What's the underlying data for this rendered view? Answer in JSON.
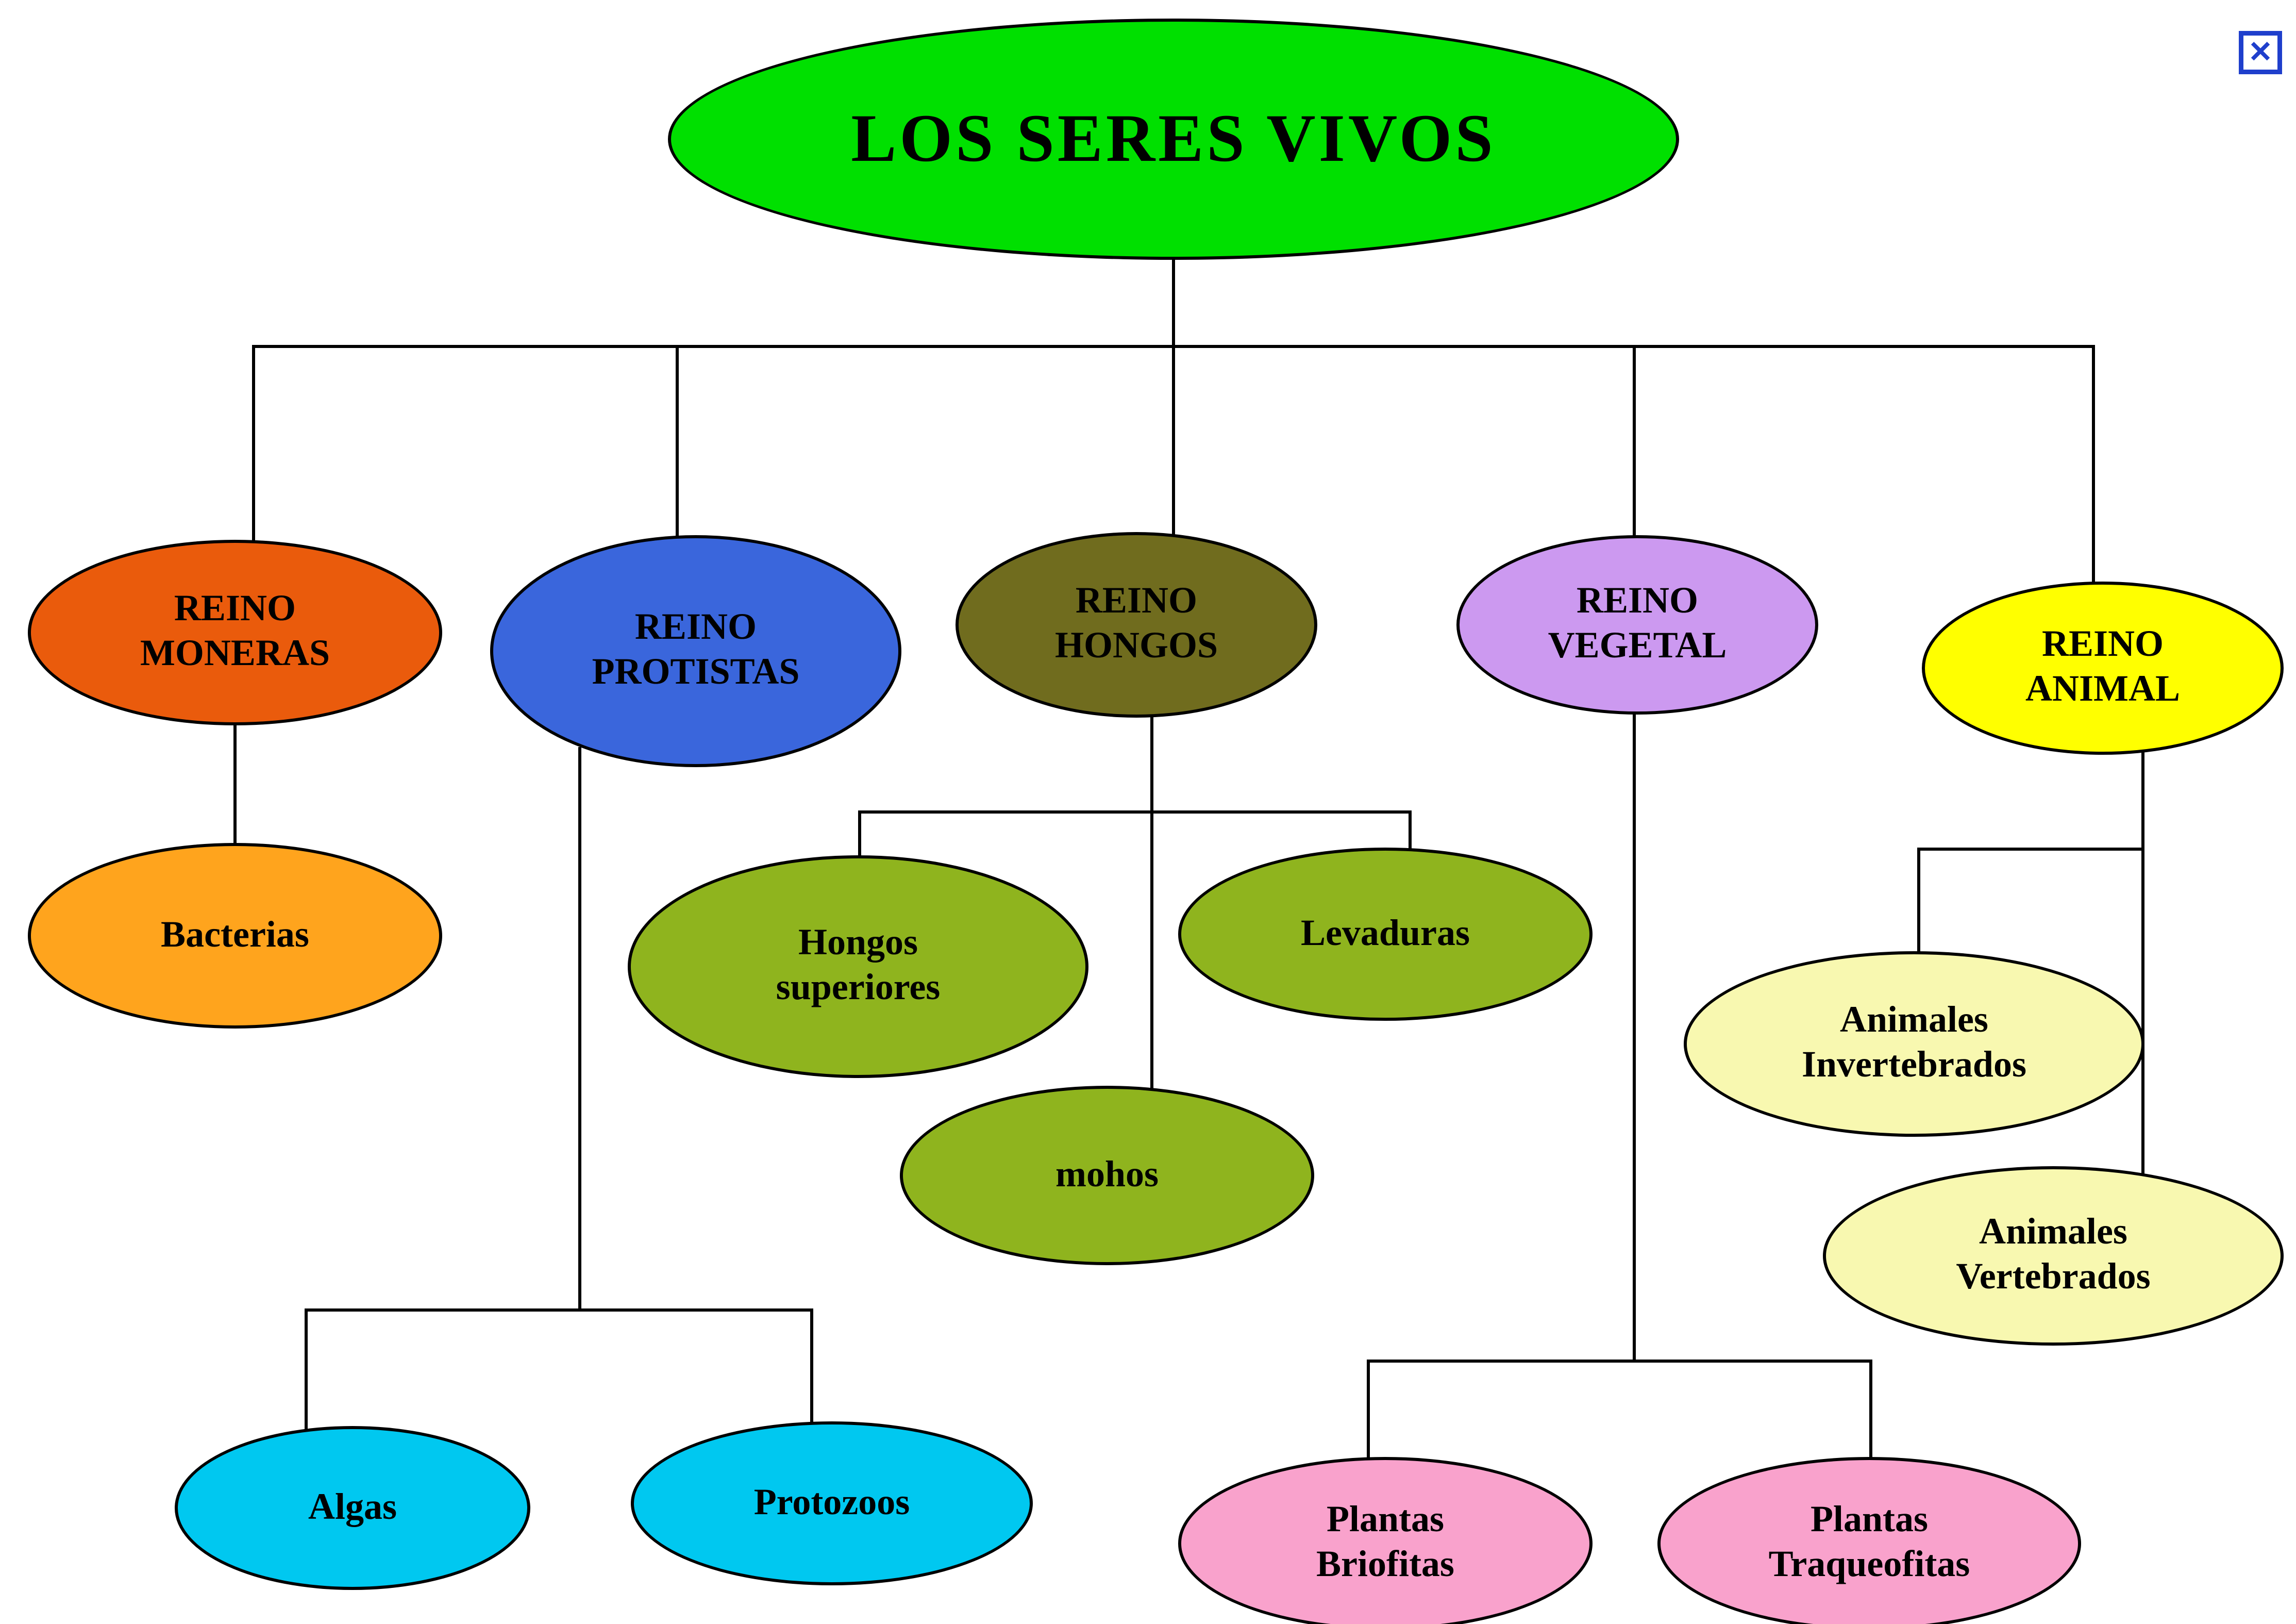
{
  "window": {
    "close_icon": "✕"
  },
  "diagram": {
    "title": "LOS SERES VIVOS",
    "nodes": {
      "seres_vivos": {
        "label": "LOS SERES VIVOS",
        "color": "#00E000"
      },
      "reino_moneras": {
        "label": "REINO\nMONERAS",
        "color": "#EA5B0C"
      },
      "reino_protistas": {
        "label": "REINO\nPROTISTAS",
        "color": "#3A66DC"
      },
      "reino_hongos": {
        "label": "REINO\nHONGOS",
        "color": "#706C1E"
      },
      "reino_vegetal": {
        "label": "REINO\nVEGETAL",
        "color": "#CC99F0"
      },
      "reino_animal": {
        "label": "REINO\nANIMAL",
        "color": "#FFFF00"
      },
      "bacterias": {
        "label": "Bacterias",
        "color": "#FFA41D"
      },
      "algas": {
        "label": "Algas",
        "color": "#00C8F0"
      },
      "protozoos": {
        "label": "Protozoos",
        "color": "#00C8F0"
      },
      "hongos_superiores": {
        "label": "Hongos\nsuperiores",
        "color": "#8FB41E"
      },
      "levaduras": {
        "label": "Levaduras",
        "color": "#8FB41E"
      },
      "mohos": {
        "label": "mohos",
        "color": "#8FB41E"
      },
      "plantas_briofitas": {
        "label": "Plantas\nBriofitas",
        "color": "#F9A2CC"
      },
      "plantas_traqueofitas": {
        "label": "Plantas\nTraqueofitas",
        "color": "#F9A2CC"
      },
      "animales_invertebrados": {
        "label": "Animales\nInvertebrados",
        "color": "#F8F8B0"
      },
      "animales_vertebrados": {
        "label": "Animales\nVertebrados",
        "color": "#F8F8B0"
      }
    }
  }
}
